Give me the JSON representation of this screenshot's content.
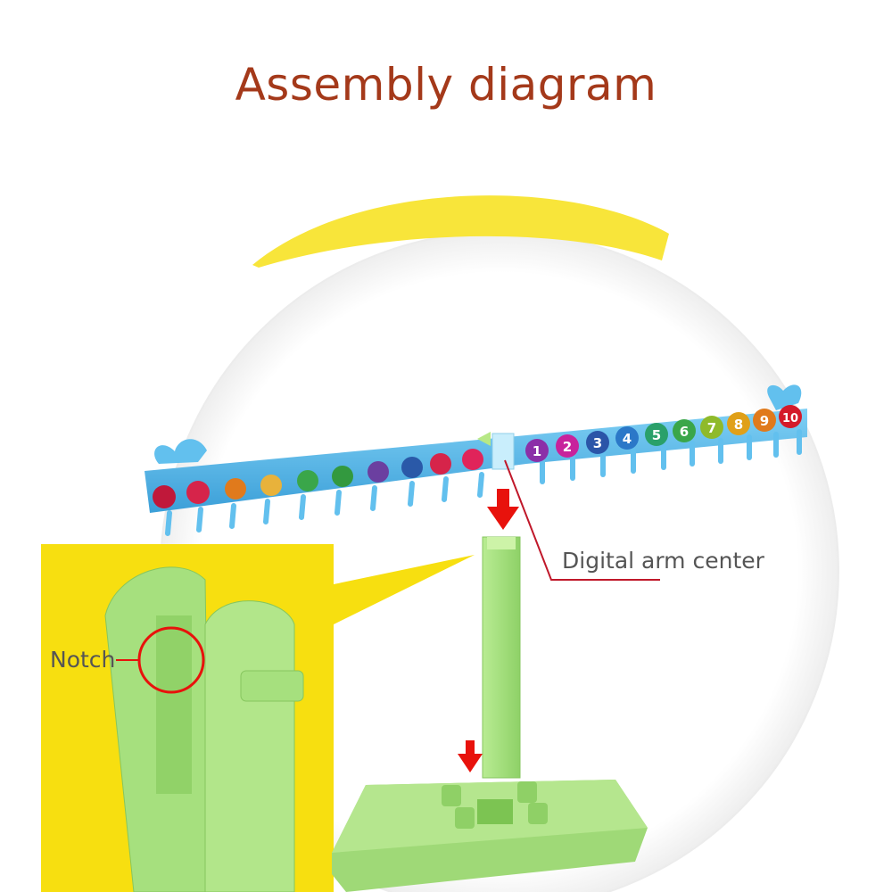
{
  "title": "Assembly diagram",
  "labels": {
    "arm_center": "Digital arm center",
    "notch": "Notch"
  },
  "arm_numbers": [
    "1",
    "2",
    "3",
    "4",
    "5",
    "6",
    "7",
    "8",
    "9",
    "10"
  ],
  "colors": {
    "title": "#a4391a",
    "arm": "#5cb8e8",
    "stand": "#a6e07e",
    "accent_arrow": "#e8120c",
    "inset_bg": "#f7df10",
    "arc": "#f8e53a"
  }
}
